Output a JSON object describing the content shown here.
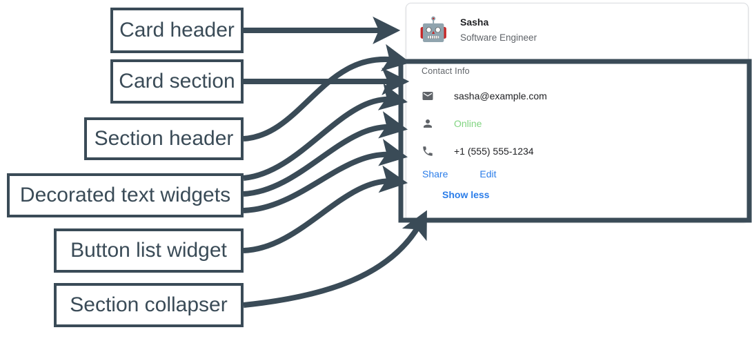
{
  "annotations": [
    {
      "id": "card-header",
      "label": "Card header"
    },
    {
      "id": "card-section",
      "label": "Card section"
    },
    {
      "id": "section-header",
      "label": "Section header"
    },
    {
      "id": "decorated-text",
      "label": "Decorated text widgets"
    },
    {
      "id": "button-list",
      "label": "Button list widget"
    },
    {
      "id": "section-collapser",
      "label": "Section collapser"
    }
  ],
  "card": {
    "header": {
      "avatar_icon": "robot-avatar-icon",
      "avatar_glyph": "🤖",
      "title": "Sasha",
      "subtitle": "Software Engineer"
    },
    "section": {
      "header": "Contact Info",
      "rows": [
        {
          "icon": "email-icon",
          "text": "sasha@example.com",
          "color": "#202124"
        },
        {
          "icon": "person-icon",
          "text": "Online",
          "color": "#81d481"
        },
        {
          "icon": "phone-icon",
          "text": "+1 (555) 555-1234",
          "color": "#202124"
        }
      ],
      "buttons": [
        {
          "label": "Share"
        },
        {
          "label": "Edit"
        }
      ],
      "collapser": "Show less"
    }
  },
  "colors": {
    "annotation": "#3a4b57",
    "link": "#2b7de9",
    "online": "#81d481",
    "muted": "#5f6368",
    "text": "#202124",
    "card_border": "#dadce0"
  }
}
